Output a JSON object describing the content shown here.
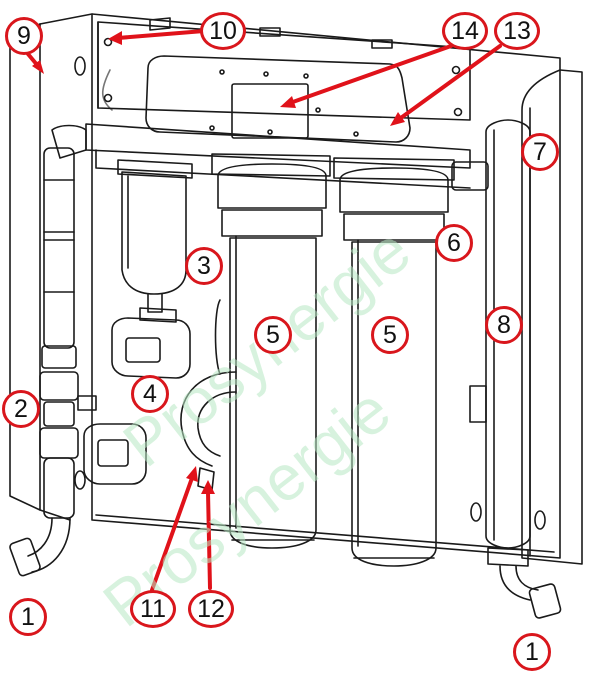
{
  "watermark": "Prosynergie",
  "colors": {
    "callout_border": "#d9161c",
    "arrow": "#e0121a",
    "line": "#1a1a1a",
    "watermark": "#b8e8c4"
  },
  "callouts": [
    {
      "id": "c9",
      "label": "9"
    },
    {
      "id": "c10",
      "label": "10"
    },
    {
      "id": "c14",
      "label": "14"
    },
    {
      "id": "c13",
      "label": "13"
    },
    {
      "id": "c7",
      "label": "7"
    },
    {
      "id": "c3",
      "label": "3"
    },
    {
      "id": "c6",
      "label": "6"
    },
    {
      "id": "c5a",
      "label": "5"
    },
    {
      "id": "c5b",
      "label": "5"
    },
    {
      "id": "c8",
      "label": "8"
    },
    {
      "id": "c4",
      "label": "4"
    },
    {
      "id": "c2",
      "label": "2"
    },
    {
      "id": "c11",
      "label": "11"
    },
    {
      "id": "c12",
      "label": "12"
    },
    {
      "id": "c1a",
      "label": "1"
    },
    {
      "id": "c1b",
      "label": "1"
    }
  ]
}
